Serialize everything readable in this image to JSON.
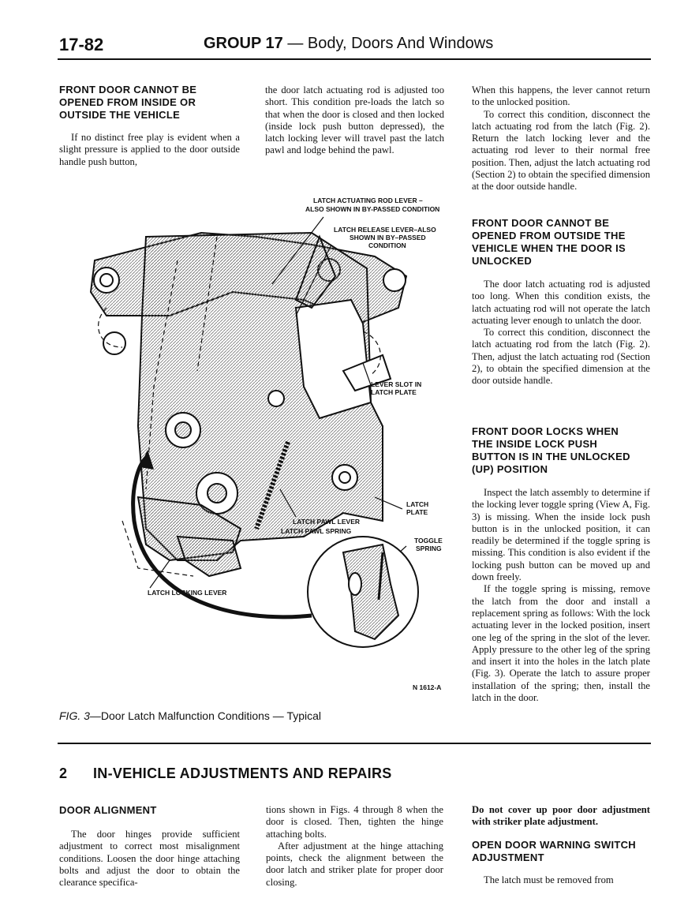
{
  "header": {
    "page_number": "17-82",
    "group": "GROUP 17",
    "title": " — Body, Doors And Windows"
  },
  "col1": {
    "heading": "FRONT DOOR CANNOT BE OPENED FROM INSIDE OR OUTSIDE THE VEHICLE",
    "para": "If no distinct free play is evident when a slight pressure is applied to the door outside handle push button,"
  },
  "col2": {
    "para": "the door latch actuating rod is adjusted too short. This condition pre-loads the latch so that when the door is closed and then locked (inside lock push button depressed), the latch locking lever will travel past the latch pawl and lodge behind the pawl."
  },
  "col3": {
    "p1": "When this happens, the lever cannot return to the unlocked position.",
    "p2": "To correct this condition, disconnect the latch actuating rod from the latch (Fig. 2). Return the latch locking lever and the actuating rod lever to their normal free position. Then, adjust the latch actuating rod (Section 2) to obtain the specified dimension at the door outside handle.",
    "heading2": "FRONT DOOR CANNOT BE OPENED FROM OUTSIDE THE VEHICLE WHEN THE DOOR IS UNLOCKED",
    "p3": "The door latch actuating rod is adjusted too long. When this condition exists, the latch actuating rod will not operate the latch actuating lever enough to unlatch the door.",
    "p4": "To correct this condition, disconnect the latch actuating rod from the latch (Fig. 2). Then, adjust the latch actuating rod (Section 2), to obtain the specified dimension at the door outside handle.",
    "heading3": "FRONT DOOR LOCKS WHEN THE INSIDE LOCK PUSH BUTTON IS IN THE UNLOCKED (UP) POSITION",
    "p5": "Inspect the latch assembly to determine if the locking lever toggle spring (View A, Fig. 3) is missing. When the inside lock push button is in the unlocked position, it can readily be determined if the toggle spring is missing. This condition is also evident if the locking push button can be moved up and down freely.",
    "p6": "If the toggle spring is missing, remove the latch from the door and install a replacement spring as follows: With the lock actuating lever in the locked position, insert one leg of the spring in the slot of the lever. Apply pressure to the other leg of the spring and insert it into the holes in the latch plate (Fig. 3). Operate the latch to assure proper installation of the spring; then, install the latch in the door."
  },
  "figure": {
    "labels": {
      "rod_lever_1": "LATCH ACTUATING ROD LEVER –",
      "rod_lever_2": "ALSO SHOWN IN BY-PASSED CONDITION",
      "release_1": "LATCH RELEASE LEVER–ALSO",
      "release_2": "SHOWN IN BY–PASSED",
      "release_3": "CONDITION",
      "slot_1": "LEVER SLOT IN",
      "slot_2": "LATCH PLATE",
      "plate_1": "LATCH",
      "plate_2": "PLATE",
      "pawl_lever": "LATCH PAWL LEVER",
      "pawl_spring": "LATCH PAWL SPRING",
      "toggle_1": "TOGGLE",
      "toggle_2": "SPRING",
      "locking_lever": "LATCH LOCKING LEVER",
      "fig_code": "N 1612-A"
    },
    "caption_prefix": "FIG. 3",
    "caption_text": "—Door Latch Malfunction Conditions — Typical"
  },
  "section2": {
    "number": "2",
    "title": "IN-VEHICLE ADJUSTMENTS AND REPAIRS"
  },
  "bottom": {
    "c1_heading": "DOOR ALIGNMENT",
    "c1_para": "The door hinges provide sufficient adjustment to correct most misalignment conditions. Loosen the door hinge attaching bolts and adjust the door to obtain the clearance specifica-",
    "c2_p1": "tions shown in Figs. 4 through 8 when the door is closed. Then, tighten the hinge attaching bolts.",
    "c2_p2": "After adjustment at the hinge attaching points, check the alignment between the door latch and striker plate for proper door closing.",
    "c3_note": "Do not cover up poor door adjustment with striker plate adjustment.",
    "c3_heading": "OPEN DOOR WARNING SWITCH ADJUSTMENT",
    "c3_para": "The latch must be removed from"
  }
}
